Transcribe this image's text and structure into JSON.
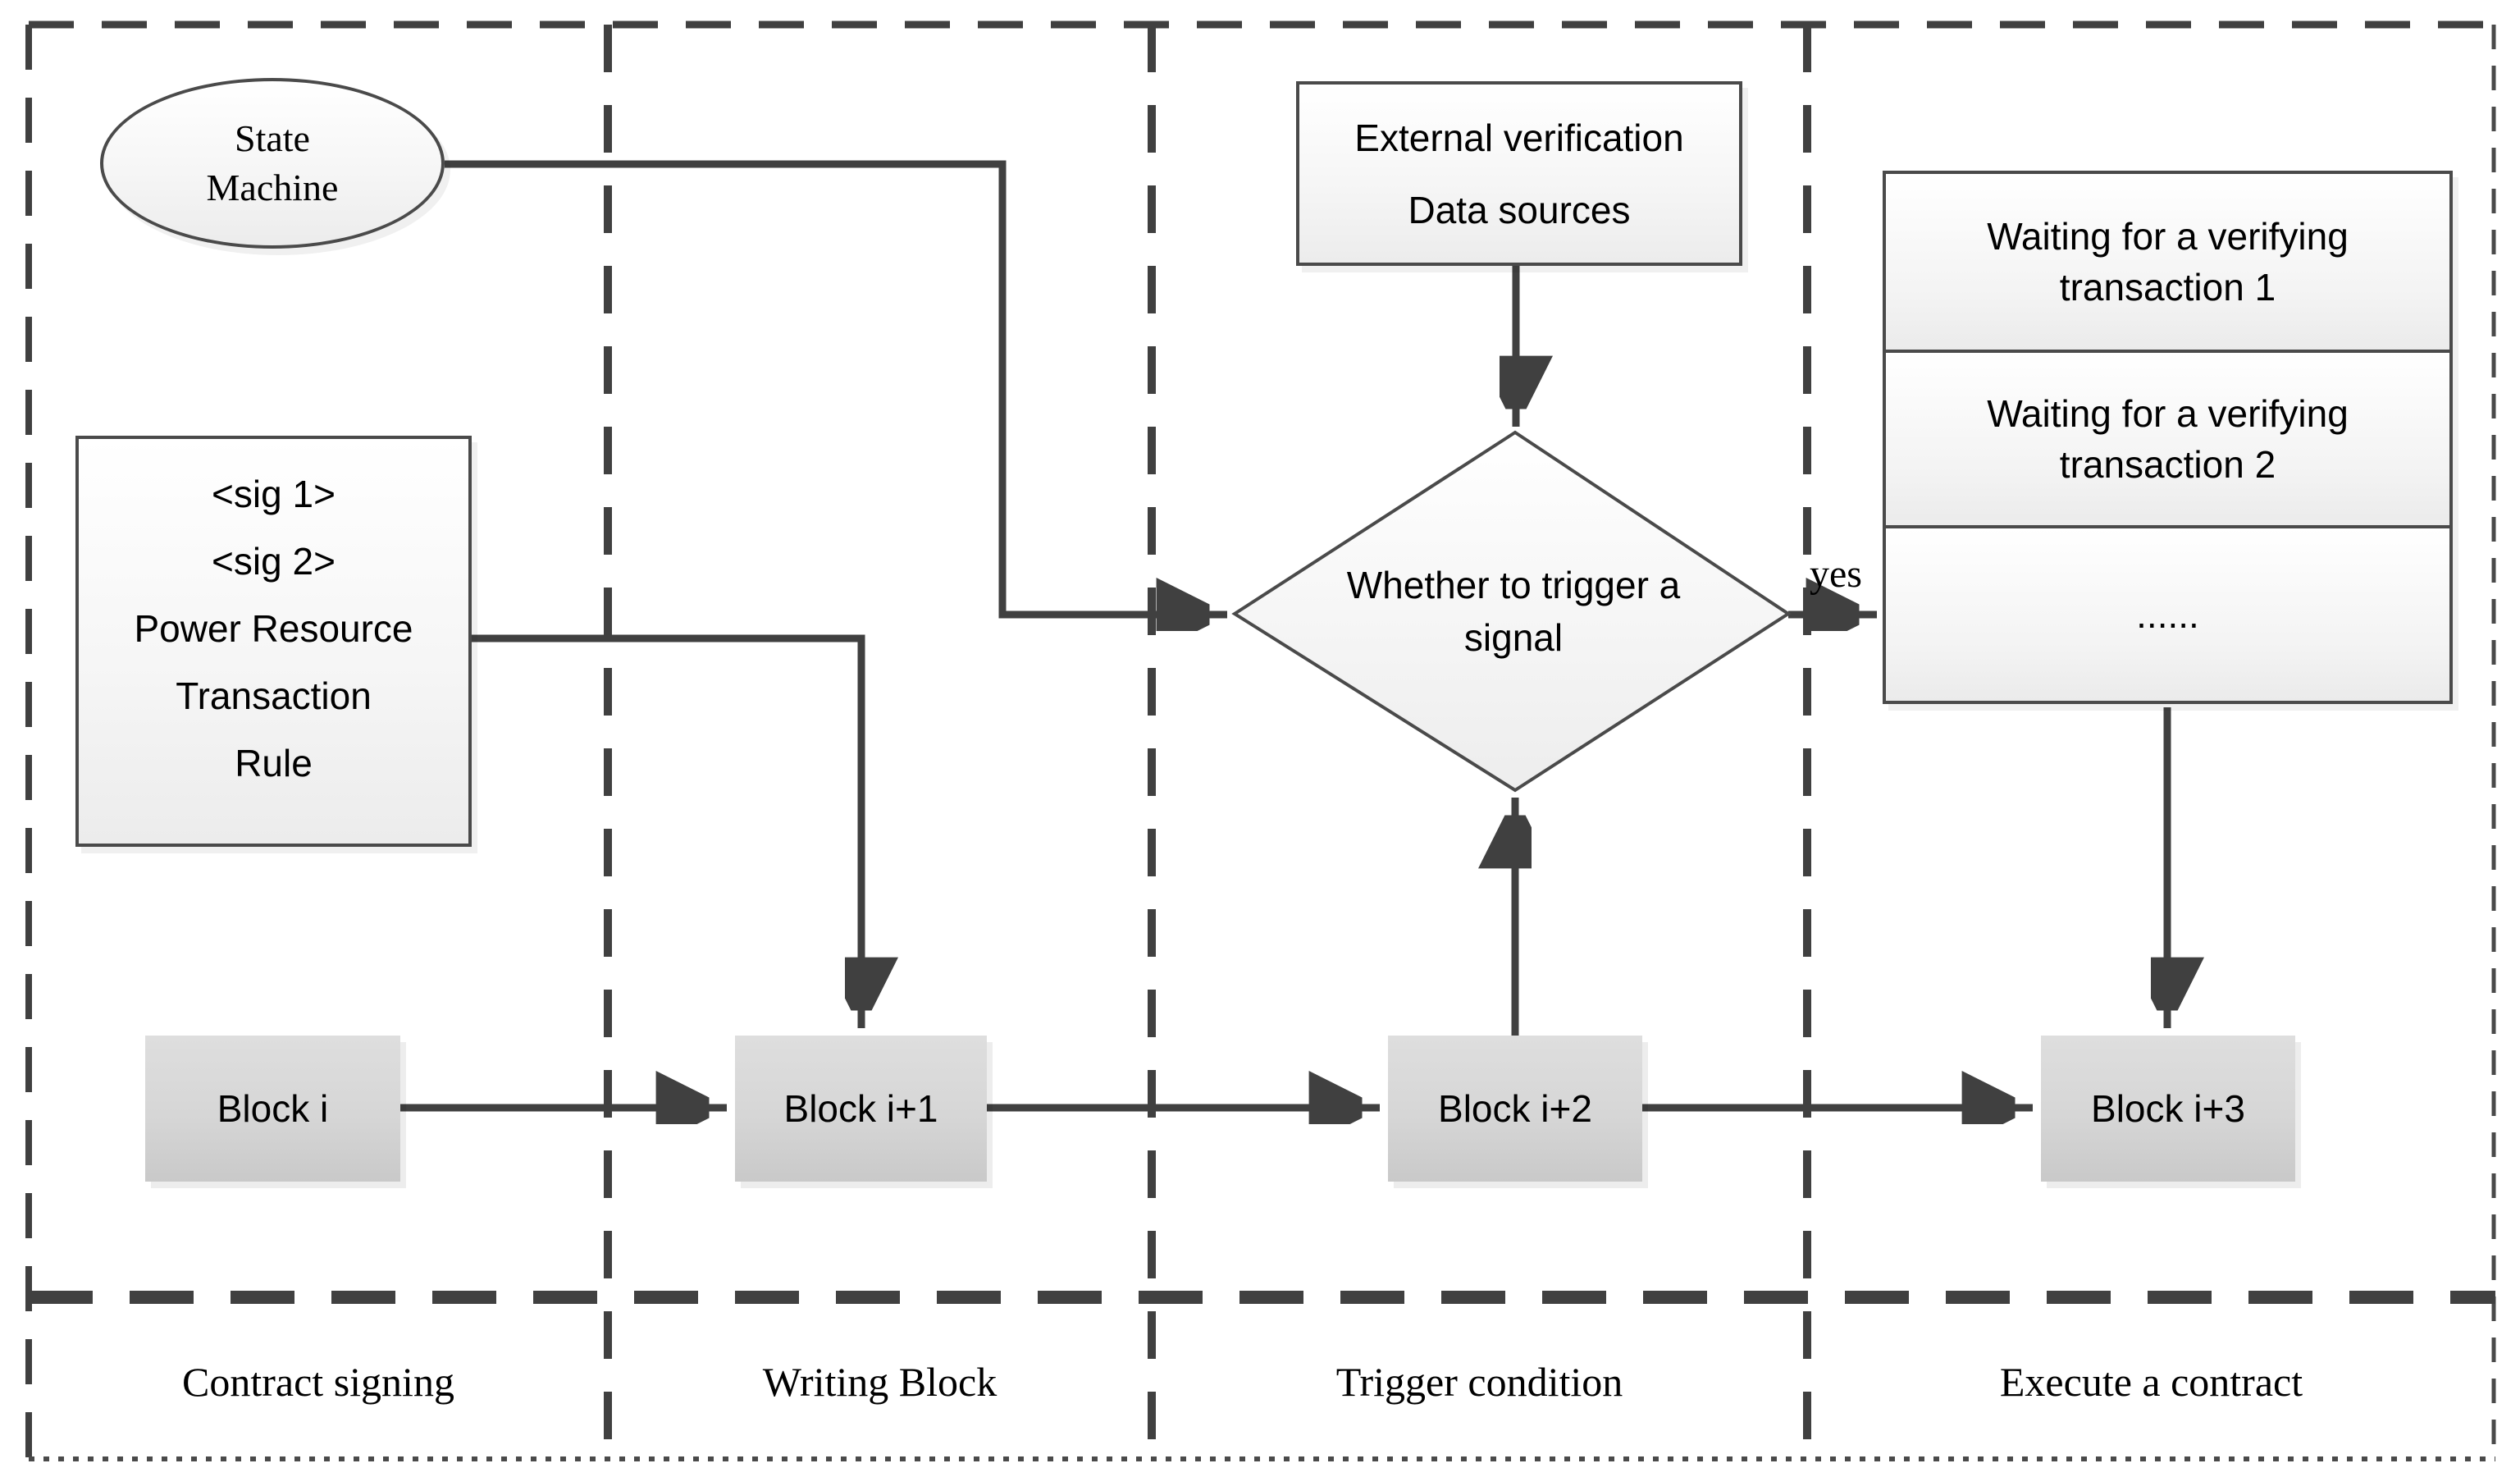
{
  "diagram": {
    "state_machine": {
      "line1": "State",
      "line2": "Machine"
    },
    "sig_box": {
      "line1": "<sig 1>",
      "line2": "<sig 2>",
      "line3": "Power Resource",
      "line4": "Transaction",
      "line5": "Rule"
    },
    "external_box": {
      "line1": "External verification",
      "line2": "Data sources"
    },
    "decision": {
      "line1": "Whether to trigger a",
      "line2": "signal"
    },
    "waiting_list": {
      "row1": "Waiting for a verifying transaction 1",
      "row2": "Waiting for a verifying transaction 2",
      "row3": "......"
    },
    "blocks": {
      "b1": "Block i",
      "b2": "Block i+1",
      "b3": "Block i+2",
      "b4": "Block i+3"
    },
    "edge_labels": {
      "yes": "yes"
    },
    "columns": {
      "c1": "Contract signing",
      "c2": "Writing Block",
      "c3": "Trigger condition",
      "c4": "Execute a contract"
    },
    "colors": {
      "line": "#404040",
      "border": "#4a4a4a",
      "block_fill": "#d9d9d9",
      "light_fill": "#f5f5f5"
    }
  }
}
